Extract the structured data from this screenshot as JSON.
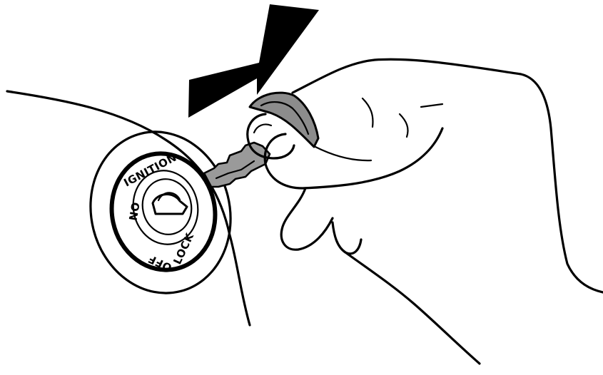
{
  "diagram": {
    "arrow_direction": "up-right",
    "ignition_labels": {
      "ignition": "IGNITION",
      "on": "ON",
      "off": "OFF",
      "lock": "LOCK"
    },
    "colors": {
      "ink": "#000000",
      "key_fill": "#9a9a9a",
      "key_grip_fill": "#8c8c8c",
      "background": "#ffffff"
    }
  }
}
